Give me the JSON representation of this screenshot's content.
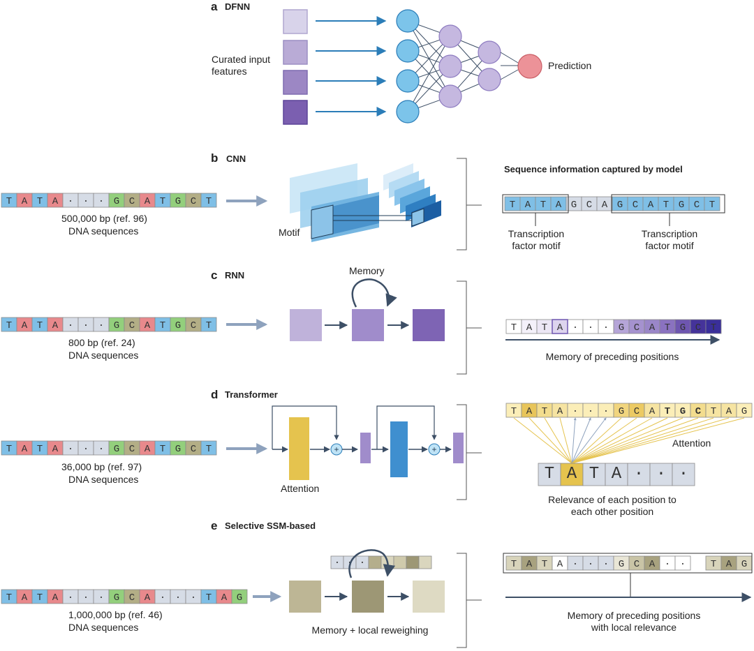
{
  "colors": {
    "A": "#e8898c",
    "T": "#7fbfe6",
    "G": "#93cf7c",
    "C": "#b3ae86",
    "dot": "#d6dce6",
    "node_blue": "#7cc4ea",
    "node_purple": "#c5b8e0",
    "node_red": "#ec9298",
    "arrow_blue": "#2b7db8",
    "arrow_grey": "#8ea2bd",
    "dark": "#3d4f66",
    "attn_yellow": "#e5c34e",
    "ssm_olive": "#9d9775"
  },
  "panels": {
    "a": {
      "letter": "a",
      "title": "DFNN",
      "input_label_line1": "Curated input",
      "input_label_line2": "features",
      "input_colors": [
        "#d8d3ea",
        "#b9abd6",
        "#9c87c4",
        "#7b5fb0"
      ],
      "output_label": "Prediction"
    },
    "b": {
      "letter": "b",
      "title": "CNN",
      "sequence": [
        "T",
        "A",
        "T",
        "A",
        "·",
        "·",
        "·",
        "G",
        "C",
        "A",
        "T",
        "G",
        "C",
        "T"
      ],
      "size_label": "500,000 bp (ref. 96)",
      "seq_label": "DNA sequences",
      "motif_label": "Motif",
      "info_title": "Sequence information captured by model",
      "captured_sequence": [
        "T",
        "A",
        "T",
        "A",
        "G",
        "C",
        "A",
        "G",
        "C",
        "A",
        "T",
        "G",
        "C",
        "T"
      ],
      "motif_1_line1": "Transcription",
      "motif_1_line2": "factor motif",
      "motif_2_line1": "Transcription",
      "motif_2_line2": "factor motif"
    },
    "c": {
      "letter": "c",
      "title": "RNN",
      "sequence": [
        "T",
        "A",
        "T",
        "A",
        "·",
        "·",
        "·",
        "G",
        "C",
        "A",
        "T",
        "G",
        "C",
        "T"
      ],
      "size_label": "800 bp (ref. 24)",
      "seq_label": "DNA sequences",
      "memory_label": "Memory",
      "box_colors": [
        "#bfb2da",
        "#a08ccb",
        "#7e64b4"
      ],
      "memory_sequence": [
        "T",
        "A",
        "T",
        "A",
        "·",
        "·",
        "·",
        "G",
        "C",
        "A",
        "T",
        "G",
        "C",
        "T"
      ],
      "memory_shades": [
        "#ffffff",
        "#f4f1fa",
        "#ece7f5",
        "#ddd4ee",
        "#ffffff",
        "#ffffff",
        "#ffffff",
        "#b5a5d8",
        "#a592cf",
        "#9a86c8",
        "#8a72c0",
        "#6e56b0",
        "#45339a",
        "#3a2f9a"
      ],
      "caption": "Memory of preceding positions"
    },
    "d": {
      "letter": "d",
      "title": "Transformer",
      "sequence": [
        "T",
        "A",
        "T",
        "A",
        "·",
        "·",
        "·",
        "G",
        "C",
        "A",
        "T",
        "G",
        "C",
        "T"
      ],
      "size_label": "36,000 bp (ref. 97)",
      "seq_label": "DNA sequences",
      "attention_block_label": "Attention",
      "plus_symbol": "+",
      "attn_sequence": [
        "T",
        "A",
        "T",
        "A",
        "·",
        "·",
        "·",
        "G",
        "C",
        "A",
        "T",
        "G",
        "C",
        "T",
        "A",
        "G"
      ],
      "attn_shades": [
        "#fbeeb8",
        "#e8c55a",
        "#f3dd8e",
        "#f6e4a2",
        "#fbeeb8",
        "#fbeeb8",
        "#fbeeb8",
        "#f1d57e",
        "#ecca63",
        "#f6e4a2",
        "#fbeeb8",
        "#fbeeb8",
        "#f3dd8e",
        "#f6e4a2",
        "#f6e4a2",
        "#fbeeb8"
      ],
      "query_sequence": [
        "T",
        "A",
        "T",
        "A",
        "·",
        "·",
        "·"
      ],
      "attention_label": "Attention",
      "caption_line1": "Relevance of each position to",
      "caption_line2": "each other position"
    },
    "e": {
      "letter": "e",
      "title": "Selective SSM-based",
      "sequence": [
        "T",
        "A",
        "T",
        "A",
        "·",
        "·",
        "·",
        "G",
        "C",
        "A",
        "·",
        "·",
        "·",
        "T",
        "A",
        "G"
      ],
      "size_label": "1,000,000 bp (ref. 46)",
      "seq_label": "DNA sequences",
      "box_colors": [
        "#bdb695",
        "#9d9775",
        "#dedac3"
      ],
      "mini_shades": [
        "#d6dce6",
        "#d6dce6",
        "#d6dce6",
        "#b4ae8c",
        "#dad6be",
        "#cfca ac",
        "#9d9775",
        "#dad6be"
      ],
      "caption_box": "Memory + local reweighing",
      "memory_sequence": [
        "T",
        "A",
        "T",
        "A",
        "·",
        "·",
        "·",
        "G",
        "C",
        "A",
        "·",
        "·",
        "T",
        "A",
        "G"
      ],
      "memory_shades": [
        "#d8d4bb",
        "#a8a27f",
        "#d8d4bb",
        "#ffffff",
        "#d6dce6",
        "#d6dce6",
        "#d6dce6",
        "#e9e6d6",
        "#c9c4a6",
        "#a8a27f",
        "#ffffff",
        "#ffffff",
        "#d8d4bb",
        "#a8a27f",
        "#d8d4bb"
      ],
      "caption_line1": "Memory of preceding positions",
      "caption_line2": "with local relevance"
    }
  }
}
